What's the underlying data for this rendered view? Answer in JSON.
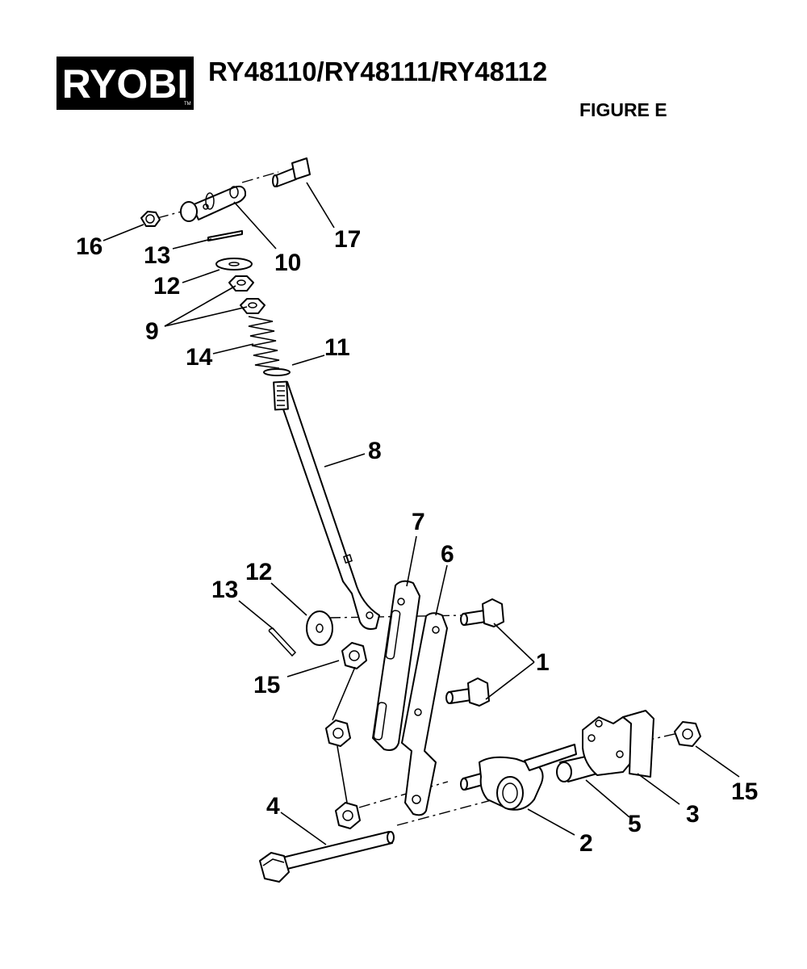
{
  "logo": {
    "text": "RYOBI",
    "trademark": "TM"
  },
  "header": {
    "models": "RY48110/RY48111/RY48112",
    "figure": "FIGURE E"
  },
  "callouts": {
    "c1": "1",
    "c2": "2",
    "c3": "3",
    "c4": "4",
    "c5": "5",
    "c6": "6",
    "c7": "7",
    "c8": "8",
    "c9": "9",
    "c10": "10",
    "c11": "11",
    "c12a": "12",
    "c12b": "12",
    "c13a": "13",
    "c13b": "13",
    "c14": "14",
    "c15a": "15",
    "c15b": "15",
    "c16": "16",
    "c17": "17"
  }
}
